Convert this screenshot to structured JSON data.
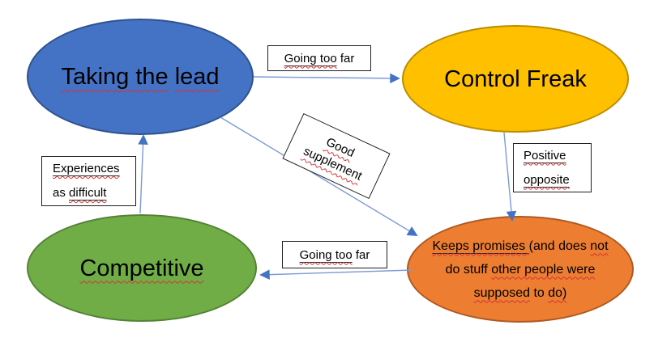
{
  "colors": {
    "background": "#FFFFFF",
    "text": "#000000",
    "node_blue_fill": "#4472C4",
    "node_blue_border": "#2F528F",
    "node_gold_fill": "#FFC000",
    "node_gold_border": "#BC8C00",
    "node_green_fill": "#70AD47",
    "node_green_border": "#548235",
    "node_orange_fill": "#ED7D31",
    "node_orange_border": "#AE5A21",
    "arrow_line": "#7D9AD6",
    "arrow_head": "#4472C4",
    "spellcheck_underline": "#D13438",
    "label_box_border": "#1F1F1F"
  },
  "nodes": {
    "taking_lead": {
      "label": "Taking the lead",
      "seg1": "Taking the",
      "seg2": " ",
      "seg3": "lead"
    },
    "control_freak": {
      "label": "Control Freak"
    },
    "competitive": {
      "label": "Competitive"
    },
    "keeps_promises": {
      "label": "Keeps promises (and does not do stuff other people were supposed to do)",
      "l1s1": "Keeps promises ",
      "l1s2": "(and does ",
      "l1s3": "not",
      "l2s1": "do stuff ",
      "l2s2": "other people were",
      "l3s1": "supposed",
      "l3s2": " to ",
      "l3s3": "do)"
    }
  },
  "edges": {
    "going_too_far_top": {
      "label": "Going too far",
      "seg_marked": "Going too",
      "seg_plain": " far",
      "from": "Taking the lead",
      "to": "Control Freak"
    },
    "good_supplement": {
      "label": "Good supplement",
      "line1": "Good",
      "line2": "supplement",
      "from": "Taking the lead",
      "to": "Keeps promises"
    },
    "positive_opposite": {
      "label": "Positive opposite",
      "line1": "Positive",
      "line2": "opposite",
      "from": "Control Freak",
      "to": "Keeps promises"
    },
    "going_too_far_bottom": {
      "label": "Going too far",
      "seg_marked": "Going too",
      "seg_plain": " far",
      "from": "Keeps promises",
      "to": "Competitive"
    },
    "experiences_as_difficult": {
      "label": "Experiences as difficult",
      "line1": "Experiences",
      "line2_plain": "as ",
      "line2_marked": "difficult",
      "from": "Competitive",
      "to": "Taking the lead"
    }
  }
}
